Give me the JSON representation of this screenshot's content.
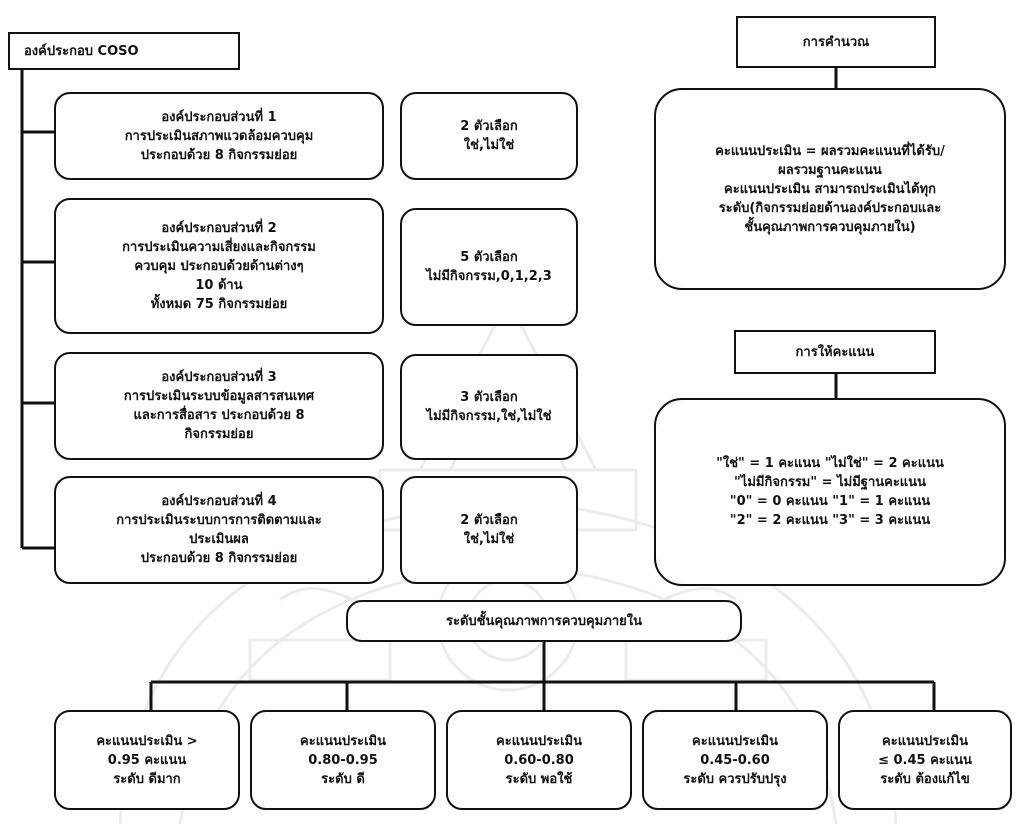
{
  "coso": {
    "title": "องค์ประกอบ COSO",
    "components": [
      {
        "lines": [
          "องค์ประกอบส่วนที่ 1",
          "การประเมินสภาพแวดล้อมควบคุม",
          "ประกอบด้วย 8 กิจกรรมย่อย"
        ],
        "choice": [
          "2 ตัวเลือก",
          "ใช่,ไม่ใช่"
        ]
      },
      {
        "lines": [
          "องค์ประกอบส่วนที่ 2",
          "การประเมินความเสี่ยงและกิจกรรม",
          "ควบคุม ประกอบด้วยด้านต่างๆ",
          "10 ด้าน",
          "ทั้งหมด 75 กิจกรรมย่อย"
        ],
        "choice": [
          "5 ตัวเลือก",
          "ไม่มีกิจกรรม,0,1,2,3"
        ]
      },
      {
        "lines": [
          "องค์ประกอบส่วนที่ 3",
          "การประเมินระบบข้อมูลสารสนเทศ",
          "และการสื่อสาร ประกอบด้วย 8",
          "กิจกรรมย่อย"
        ],
        "choice": [
          "3 ตัวเลือก",
          "ไม่มีกิจกรรม,ใช่,ไม่ใช่"
        ]
      },
      {
        "lines": [
          "องค์ประกอบส่วนที่ 4",
          "การประเมินระบบการการติดตามและ",
          "ประเมินผล",
          "ประกอบด้วย 8 กิจกรรมย่อย"
        ],
        "choice": [
          "2 ตัวเลือก",
          "ใช่,ไม่ใช่"
        ]
      }
    ]
  },
  "calculation": {
    "title": "การคำนวณ",
    "lines": [
      "คะแนนประเมิน = ผลรวมคะแนนที่ได้รับ/",
      "ผลรวมฐานคะแนน",
      "คะแนนประเมิน สามารถประเมินได้ทุก",
      "ระดับ(กิจกรรมย่อยด้านองค์ประกอบและ",
      "ชั้นคุณภาพการควบคุมภายใน)"
    ]
  },
  "scoring": {
    "title": "การให้คะแนน",
    "lines": [
      "\"ใช่\" = 1 คะแนน  \"ไม่ใช่\" = 2 คะแนน",
      "\"ไม่มีกิจกรรม\" = ไม่มีฐานคะแนน",
      "\"0\" = 0 คะแนน  \"1\" = 1 คะแนน",
      "\"2\" = 2 คะแนน  \"3\" = 3 คะแนน"
    ]
  },
  "quality": {
    "title": "ระดับชั้นคุณภาพการควบคุมภายใน",
    "levels": [
      [
        "คะแนนประเมิน >",
        "0.95 คะแนน",
        "ระดับ ดีมาก"
      ],
      [
        "คะแนนประเมิน",
        "0.80-0.95",
        "ระดับ ดี"
      ],
      [
        "คะแนนประเมิน",
        "0.60-0.80",
        "ระดับ พอใช้"
      ],
      [
        "คะแนนประเมิน",
        "0.45-0.60",
        "ระดับ ควรปรับปรุง"
      ],
      [
        "คะแนนประเมิน",
        "≤ 0.45 คะแนน",
        "ระดับ ต้องแก้ไข"
      ]
    ]
  }
}
